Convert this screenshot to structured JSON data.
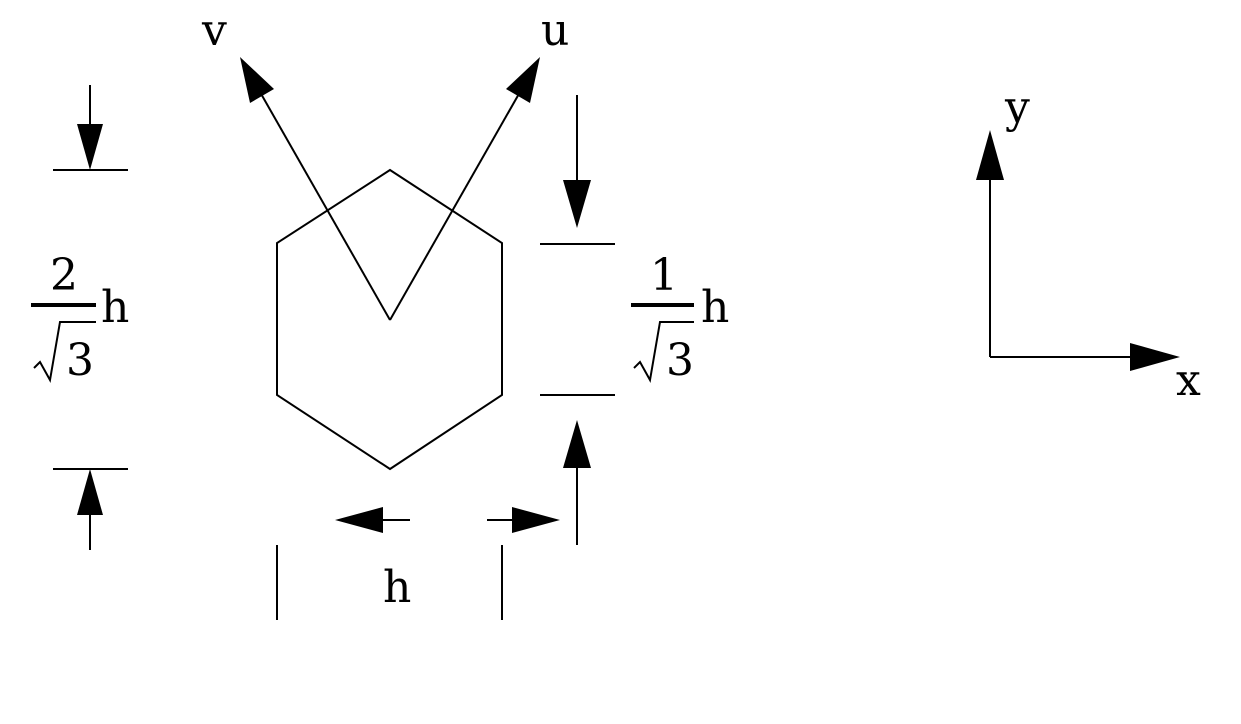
{
  "labels": {
    "v": "v",
    "u": "u",
    "left_numerator": "2",
    "left_denominator": "√3",
    "left_unit": "h",
    "right_numerator": "1",
    "right_denominator": "√3",
    "right_unit": "h",
    "bottom_width": "h",
    "axis_y": "y",
    "axis_x": "x"
  },
  "colors": {
    "stroke": "#000000",
    "background": "#ffffff"
  }
}
